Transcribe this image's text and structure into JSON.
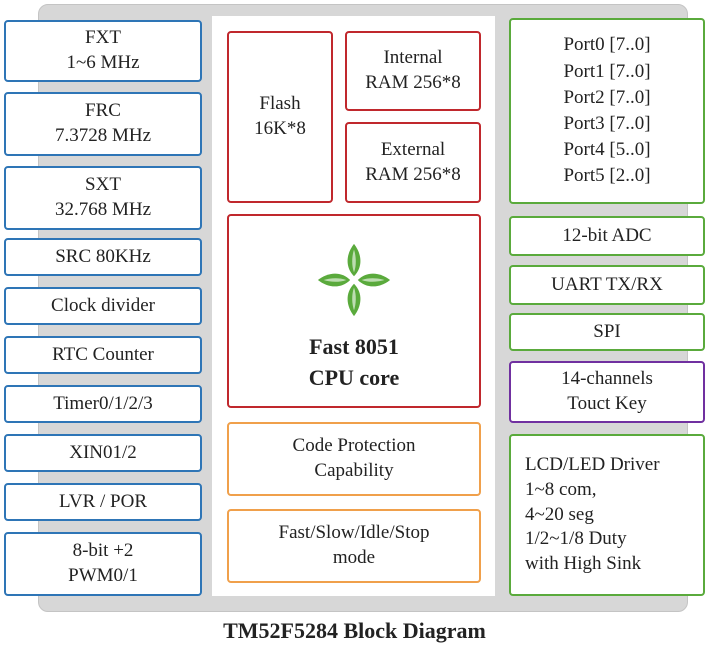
{
  "title": "TM52F5284 Block Diagram",
  "left_blocks": [
    {
      "lines": [
        "FXT",
        "1~6 MHz"
      ]
    },
    {
      "lines": [
        "FRC",
        "7.3728 MHz"
      ]
    },
    {
      "lines": [
        "SXT",
        "32.768 MHz"
      ]
    },
    {
      "lines": [
        "SRC 80KHz"
      ]
    },
    {
      "lines": [
        "Clock divider"
      ]
    },
    {
      "lines": [
        "RTC Counter"
      ]
    },
    {
      "lines": [
        "Timer0/1/2/3"
      ]
    },
    {
      "lines": [
        "XIN01/2"
      ]
    },
    {
      "lines": [
        "LVR / POR"
      ]
    },
    {
      "lines": [
        "8-bit +2",
        "PWM0/1"
      ]
    }
  ],
  "center": {
    "flash": {
      "lines": [
        "Flash",
        "16K*8"
      ]
    },
    "internal_ram": {
      "lines": [
        "Internal",
        "RAM 256*8"
      ]
    },
    "external_ram": {
      "lines": [
        "External",
        "RAM 256*8"
      ]
    },
    "cpu": {
      "lines": [
        "Fast 8051",
        "CPU core"
      ]
    },
    "code_protection": {
      "lines": [
        "Code Protection",
        "Capability"
      ]
    },
    "power_modes": {
      "lines": [
        "Fast/Slow/Idle/Stop",
        "mode"
      ]
    }
  },
  "right_blocks": {
    "ports": {
      "lines": [
        "Port0 [7..0]",
        "Port1 [7..0]",
        "Port2 [7..0]",
        "Port3 [7..0]",
        "Port4 [5..0]",
        "Port5 [2..0]"
      ]
    },
    "adc": {
      "lines": [
        "12-bit ADC"
      ]
    },
    "uart": {
      "lines": [
        "UART TX/RX"
      ]
    },
    "spi": {
      "lines": [
        "SPI"
      ]
    },
    "touch": {
      "lines": [
        "14-channels",
        "Touct Key"
      ]
    },
    "lcd": {
      "lines": [
        "LCD/LED Driver",
        "1~8 com,",
        "4~20 seg",
        "1/2~1/8 Duty",
        "with High Sink"
      ]
    }
  },
  "colors": {
    "clock_blocks": "#2e75b6",
    "memory_cpu": "#c0282d",
    "support": "#f0a04b",
    "peripherals": "#5aaa3c",
    "touch": "#7030a0",
    "logo": "#5aaa3c"
  }
}
